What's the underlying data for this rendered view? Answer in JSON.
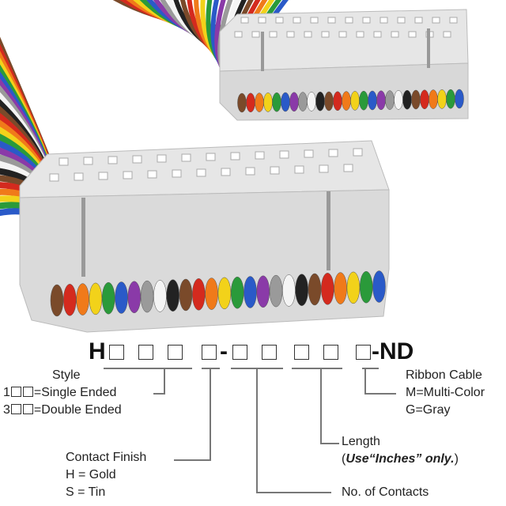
{
  "part_number": {
    "prefix": "H",
    "separator": "-",
    "suffix": "-ND"
  },
  "fields": {
    "style": {
      "title": "Style",
      "single": "=Single Ended",
      "single_prefix": "1",
      "double": "=Double Ended",
      "double_prefix": "3"
    },
    "contact_finish": {
      "title": "Contact Finish",
      "gold": "H = Gold",
      "tin": "S = Tin"
    },
    "contacts": {
      "title": "No. of Contacts"
    },
    "length": {
      "title": "Length",
      "note_open": "(",
      "note": "Use“Inches” only.",
      "note_close": ")"
    },
    "ribbon": {
      "title": "Ribbon Cable",
      "multi": "M=Multi-Color",
      "gray": "G=Gray"
    }
  },
  "colors": {
    "wire_colors": [
      "#7a4a2a",
      "#d42a1e",
      "#f07a1a",
      "#f2d21a",
      "#2a9a3a",
      "#2a5ac8",
      "#8a3aa8",
      "#9a9a9a",
      "#f4f4f4",
      "#222222"
    ],
    "connector": "#e2e2e2",
    "line": "#777777"
  }
}
